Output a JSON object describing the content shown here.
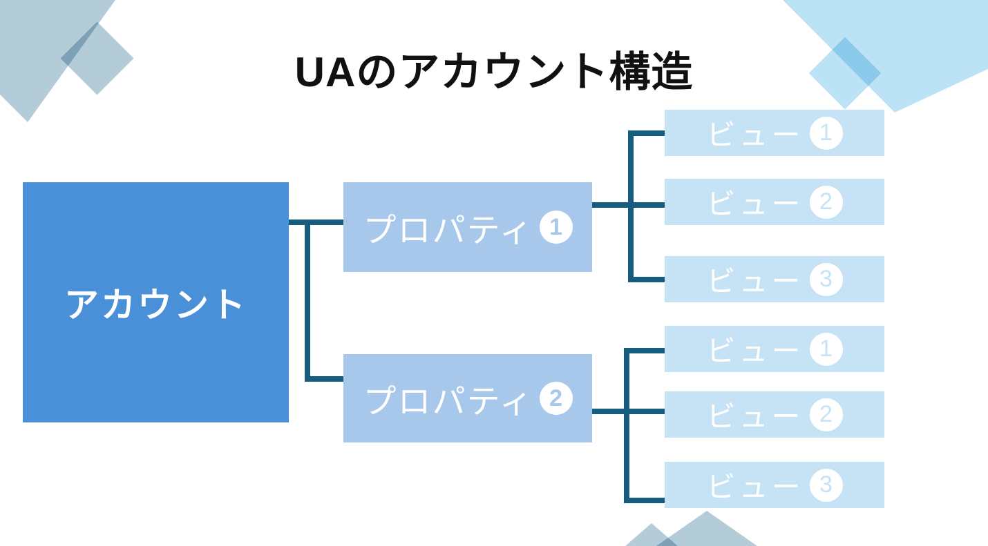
{
  "title": "UAのアカウント構造",
  "colors": {
    "account_blue": "#4A90D8",
    "property_blue": "#A7C8EB",
    "view_blue": "#C5E3F5",
    "connector_teal": "#165C7E",
    "deco_gray_blue": "#B4CBD8",
    "deco_light_blue": "#BCE3F5",
    "title_text": "#111111",
    "box_text": "#FFFFFF"
  },
  "diagram": {
    "account": {
      "label": "アカウント"
    },
    "properties": [
      {
        "label": "プロパティ",
        "number": "1"
      },
      {
        "label": "プロパティ",
        "number": "2"
      }
    ],
    "view_groups": [
      {
        "views": [
          {
            "label": "ビュー",
            "number": "1"
          },
          {
            "label": "ビュー",
            "number": "2"
          },
          {
            "label": "ビュー",
            "number": "3"
          }
        ]
      },
      {
        "views": [
          {
            "label": "ビュー",
            "number": "1"
          },
          {
            "label": "ビュー",
            "number": "2"
          },
          {
            "label": "ビュー",
            "number": "3"
          }
        ]
      }
    ]
  }
}
